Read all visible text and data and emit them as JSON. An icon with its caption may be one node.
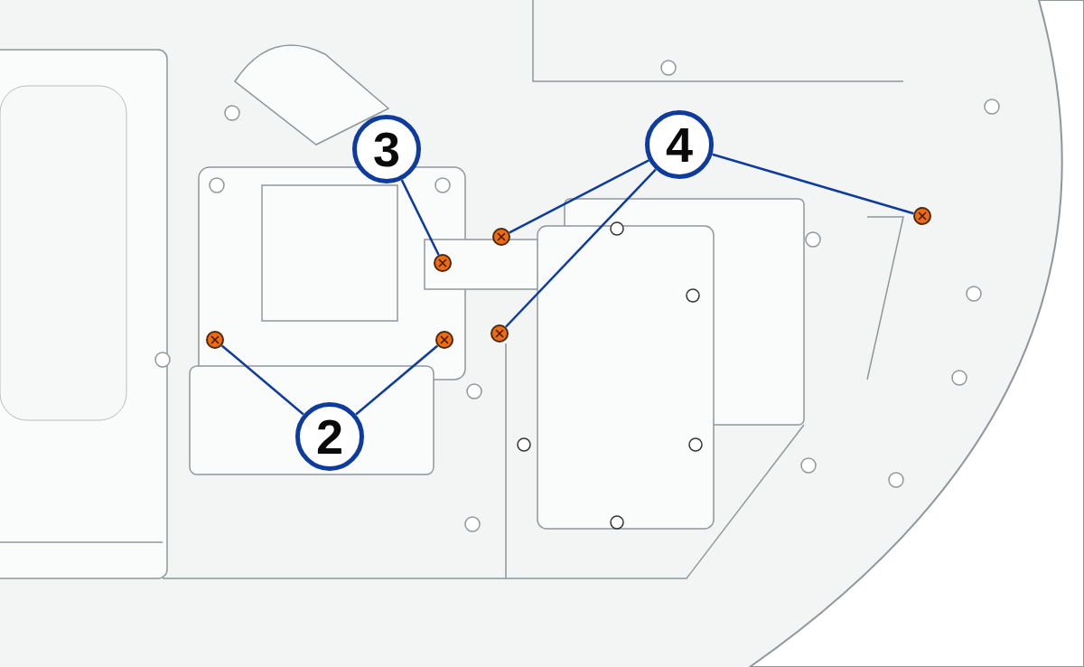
{
  "diagram": {
    "nodes": [
      {
        "text": [
          "3"
        ]
      },
      {
        "text": [
          "4"
        ]
      },
      {
        "text": [
          "2"
        ]
      },
      {
        "text": [],
        "shape": "circle"
      },
      {
        "text": [],
        "shape": "circle"
      },
      {
        "text": [],
        "shape": "circle"
      },
      {
        "text": [],
        "shape": "circle"
      },
      {
        "text": [],
        "shape": "circle"
      },
      {
        "text": [],
        "shape": "circle"
      }
    ],
    "edges": [
      {
        "from": 0,
        "to": 4,
        "arrow": "none"
      },
      {
        "from": 1,
        "to": 7,
        "arrow": "none"
      },
      {
        "from": 1,
        "to": 6,
        "arrow": "none"
      },
      {
        "from": 1,
        "to": 8,
        "arrow": "none"
      },
      {
        "from": 2,
        "to": 3,
        "arrow": "none"
      },
      {
        "from": 2,
        "to": 5,
        "arrow": "none"
      }
    ]
  }
}
